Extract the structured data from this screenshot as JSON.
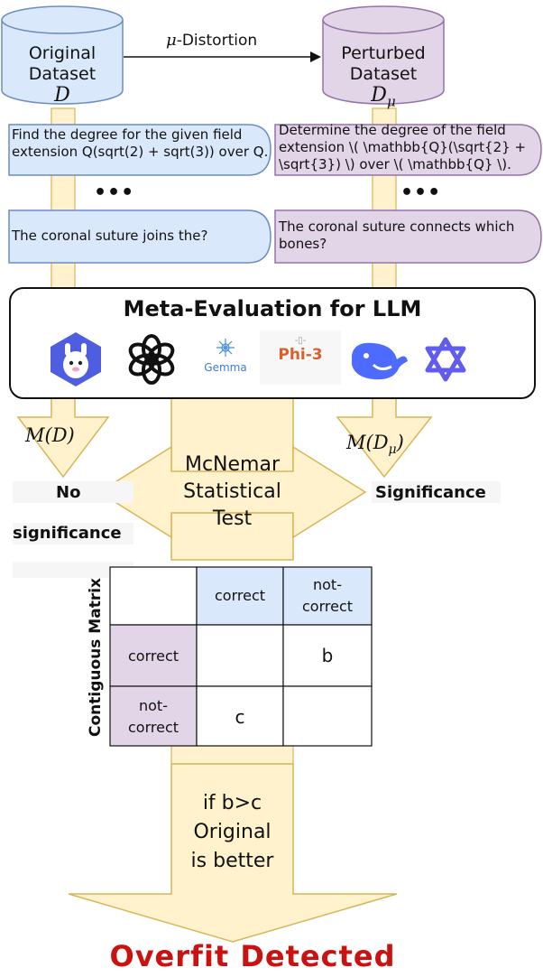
{
  "top": {
    "edge_label": "-Distortion",
    "edge_symbol": "μ",
    "original": {
      "line1": "Original",
      "line2": "Dataset",
      "symbol": "D"
    },
    "perturbed": {
      "line1": "Perturbed",
      "line2": "Dataset",
      "symbol": "D",
      "subscript": "μ"
    }
  },
  "questions": {
    "original_1": "Find the degree for the given field extension Q(sqrt(2) + sqrt(3)) over Q.",
    "perturbed_1": "Determine the degree of the field extension \\( \\mathbb{Q}(\\sqrt{2} + \\sqrt{3}) \\) over \\( \\mathbb{Q} \\).",
    "ellipsis_left": "•••",
    "ellipsis_right": "•••",
    "original_2": "The coronal suture joins the?",
    "perturbed_2": "The coronal suture connects which bones?"
  },
  "meta": {
    "title": "Meta-Evaluation for LLM",
    "logos": [
      {
        "name": "llama-logo",
        "label": ""
      },
      {
        "name": "openai-logo",
        "label": ""
      },
      {
        "name": "gemma-logo",
        "label": "Gemma"
      },
      {
        "name": "phi3-logo",
        "label": "Phi-3"
      },
      {
        "name": "deepseek-logo",
        "label": ""
      },
      {
        "name": "qwen-logo",
        "label": ""
      }
    ]
  },
  "eval": {
    "left_symbol": "M(D)",
    "right_symbol": "M(D",
    "right_sub": "μ",
    "right_close": ")",
    "mcnemar": [
      "McNemar",
      "Statistical",
      "Test"
    ],
    "no_label": "No",
    "no_sig_label": "significance",
    "sig_label": "Significance"
  },
  "matrix": {
    "side_title": "Contiguous Matrix",
    "col_headers": [
      "correct",
      "not-\ncorrect"
    ],
    "row_headers": [
      "correct",
      "not-\ncorrect"
    ],
    "cells": [
      [
        "",
        "b"
      ],
      [
        "c",
        ""
      ]
    ]
  },
  "conclusion": {
    "lines": [
      "if b>c",
      "Original",
      "is better"
    ],
    "verdict": "Overfit Detected"
  },
  "colors": {
    "blue_fill": "#dae8fc",
    "blue_stroke": "#6c8ebf",
    "purple_fill": "#e1d5e7",
    "purple_stroke": "#9673a6",
    "arrow_fill": "#fff2cc",
    "arrow_stroke": "#d6b656",
    "verdict": "#cc1111"
  }
}
